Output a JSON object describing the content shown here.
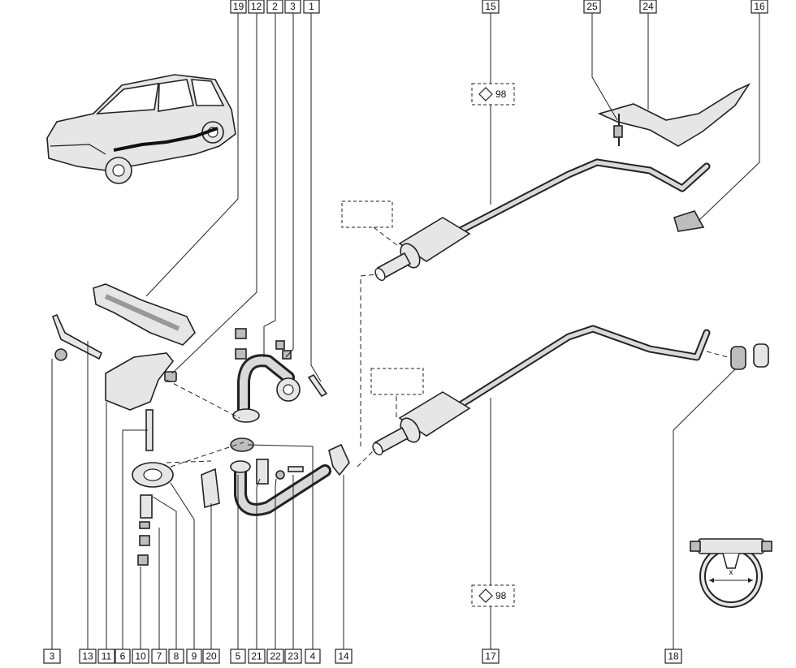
{
  "callouts_top": [
    "19",
    "12",
    "2",
    "3",
    "1",
    "15",
    "25",
    "24",
    "16"
  ],
  "callouts_bottom": [
    "3",
    "13",
    "11",
    "6",
    "10",
    "7",
    "8",
    "9",
    "20",
    "5",
    "21",
    "22",
    "23",
    "4",
    "14",
    "17",
    "18"
  ],
  "ref_top": "98",
  "ref_bottom": "98",
  "clamp_dimension_label": "x"
}
